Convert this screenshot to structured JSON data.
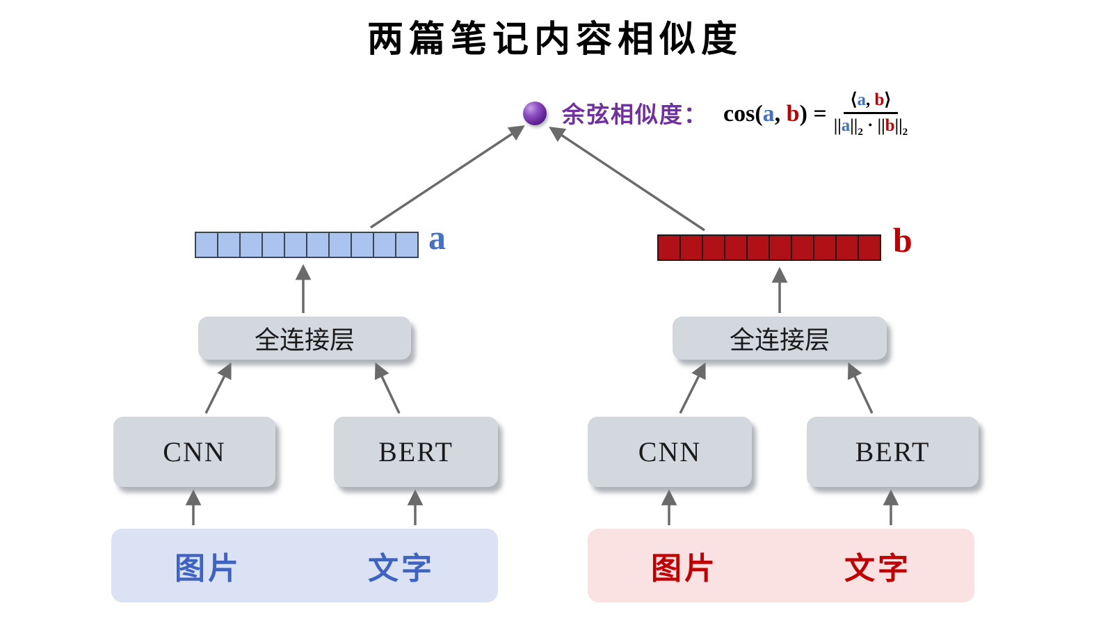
{
  "title": "两篇笔记内容相似度",
  "similarity": {
    "label": "余弦相似度：",
    "accent_purple": "#7030a0",
    "formula": {
      "prefix": "cos(",
      "a": "a",
      "sep": ", ",
      "b": "b",
      "suffix": ") =",
      "numerator": {
        "open": "⟨",
        "a": "a",
        "sep": ", ",
        "b": "b",
        "close": "⟩"
      },
      "denominator": {
        "open_a": "||",
        "a": "a",
        "close_a": "||",
        "sub_a": "2",
        "dot": "·",
        "open_b": "||",
        "b": "b",
        "close_b": "||",
        "sub_b": "2"
      }
    }
  },
  "vectors": {
    "left": {
      "cells": 10,
      "cell_fill": "#aac4ef",
      "cell_border": "#3a4552",
      "label": "a",
      "label_color": "#4472c4"
    },
    "right": {
      "cells": 10,
      "cell_fill": "#b01116",
      "cell_border": "#1a1a1a",
      "label": "b",
      "label_color": "#c00000"
    }
  },
  "branches": {
    "left": {
      "fc_label": "全连接层",
      "cnn_label": "CNN",
      "bert_label": "BERT",
      "inputs": {
        "image": "图片",
        "text": "文字",
        "text_color": "#3f63c0",
        "panel_bg": "#dbe2f4"
      }
    },
    "right": {
      "fc_label": "全连接层",
      "cnn_label": "CNN",
      "bert_label": "BERT",
      "inputs": {
        "image": "图片",
        "text": "文字",
        "text_color": "#c00000",
        "panel_bg": "#fbe2e2"
      }
    }
  },
  "arrow_color": "#6a6a6a"
}
